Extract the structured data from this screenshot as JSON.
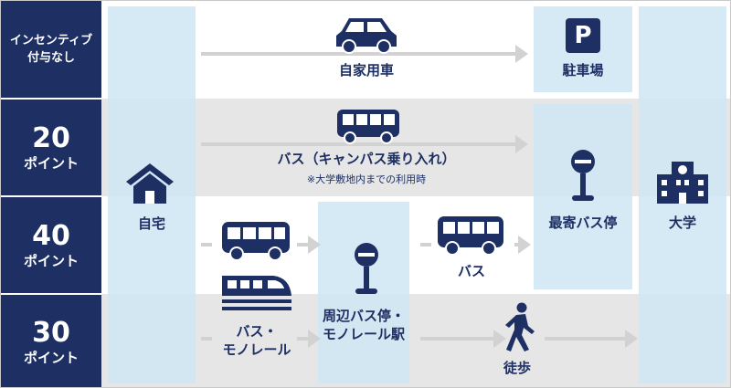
{
  "rows": [
    {
      "big": "",
      "small": "インセンティブ",
      "small2": "付与なし"
    },
    {
      "big": "20",
      "small": "ポイント"
    },
    {
      "big": "40",
      "small": "ポイント"
    },
    {
      "big": "30",
      "small": "ポイント"
    }
  ],
  "nodes": {
    "home": "自宅",
    "parking": "駐車場",
    "nearest_stop": "最寄バス停",
    "university": "大学",
    "nearby_stop_line1": "周辺バス停・",
    "nearby_stop_line2": "モノレール駅"
  },
  "modes": {
    "car": "自家用車",
    "campus_bus": "バス（キャンパス乗り入れ）",
    "campus_bus_note": "※大学敷地内までの利用時",
    "bus": "バス",
    "bus_mono_line1": "バス・",
    "bus_mono_line2": "モノレール",
    "walk": "徒歩"
  },
  "icons": {
    "car": "car-icon",
    "parking": "parking-sign-icon",
    "bus": "bus-icon",
    "monorail": "monorail-icon",
    "bus_stop": "bus-stop-icon",
    "house": "house-icon",
    "school": "school-building-icon",
    "walk": "walking-person-icon"
  },
  "colors": {
    "navy": "#1d2f63",
    "light_blue": "#cfe6f4",
    "band_gray": "#e6e6e6",
    "arrow_gray": "#d2d2d2"
  },
  "parking_glyph": "P"
}
